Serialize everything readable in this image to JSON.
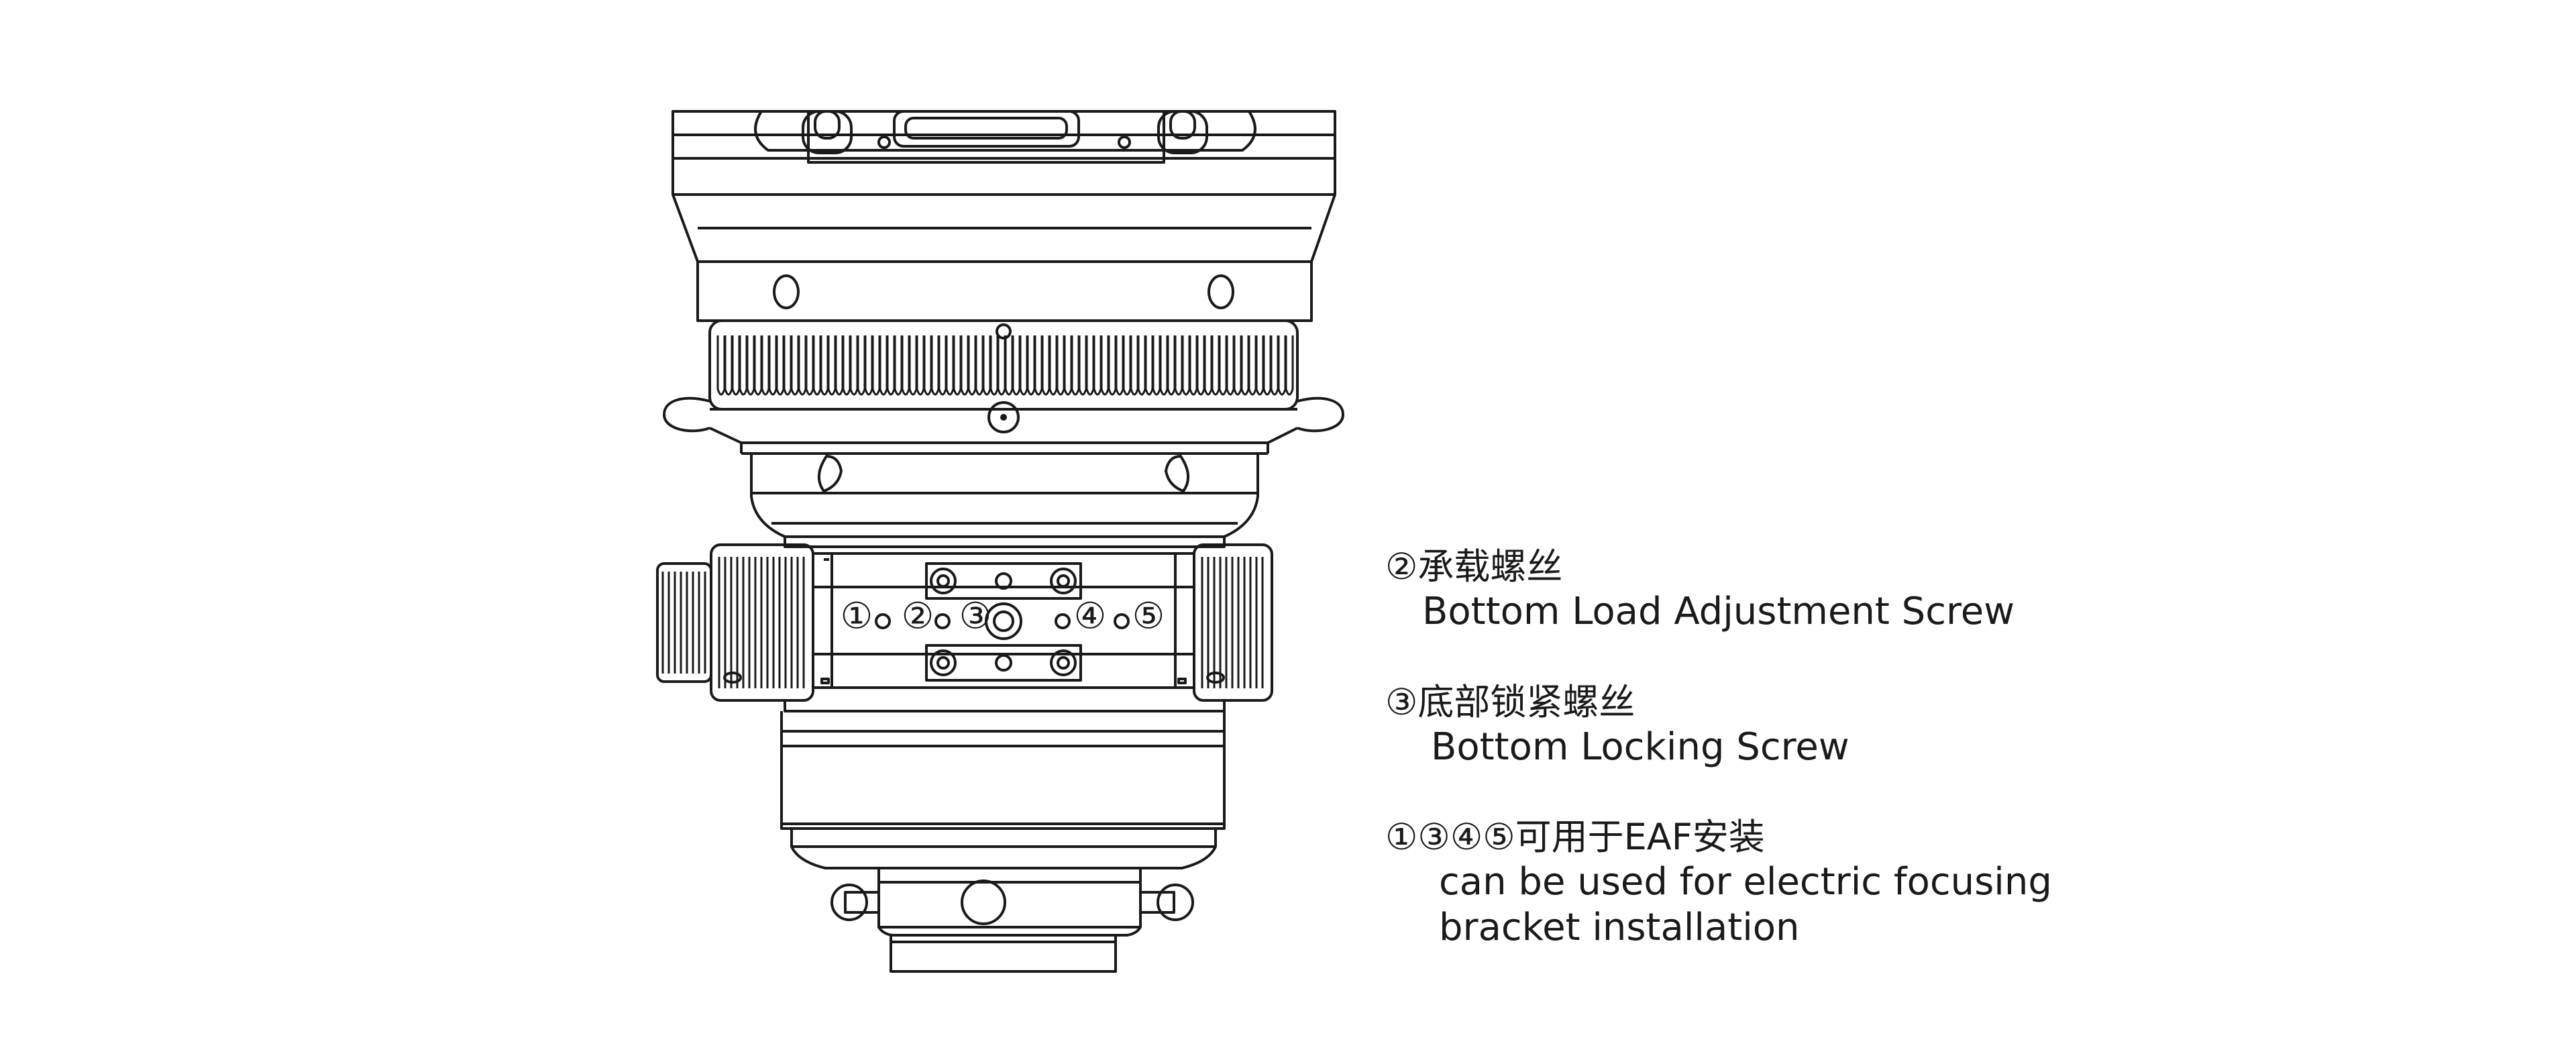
{
  "markers": [
    "①",
    "②",
    "③",
    "④",
    "⑤"
  ],
  "callouts": [
    {
      "zh": "②承载螺丝",
      "en": [
        "Bottom Load Adjustment Screw"
      ]
    },
    {
      "zh": "③底部锁紧螺丝",
      "en": [
        "Bottom Locking Screw"
      ]
    },
    {
      "zh": "①③④⑤可用于EAF安装",
      "en": [
        "can be used for electric focusing",
        "bracket installation"
      ]
    }
  ],
  "colors": {
    "line": "#1a1a1a",
    "background": "#ffffff"
  }
}
